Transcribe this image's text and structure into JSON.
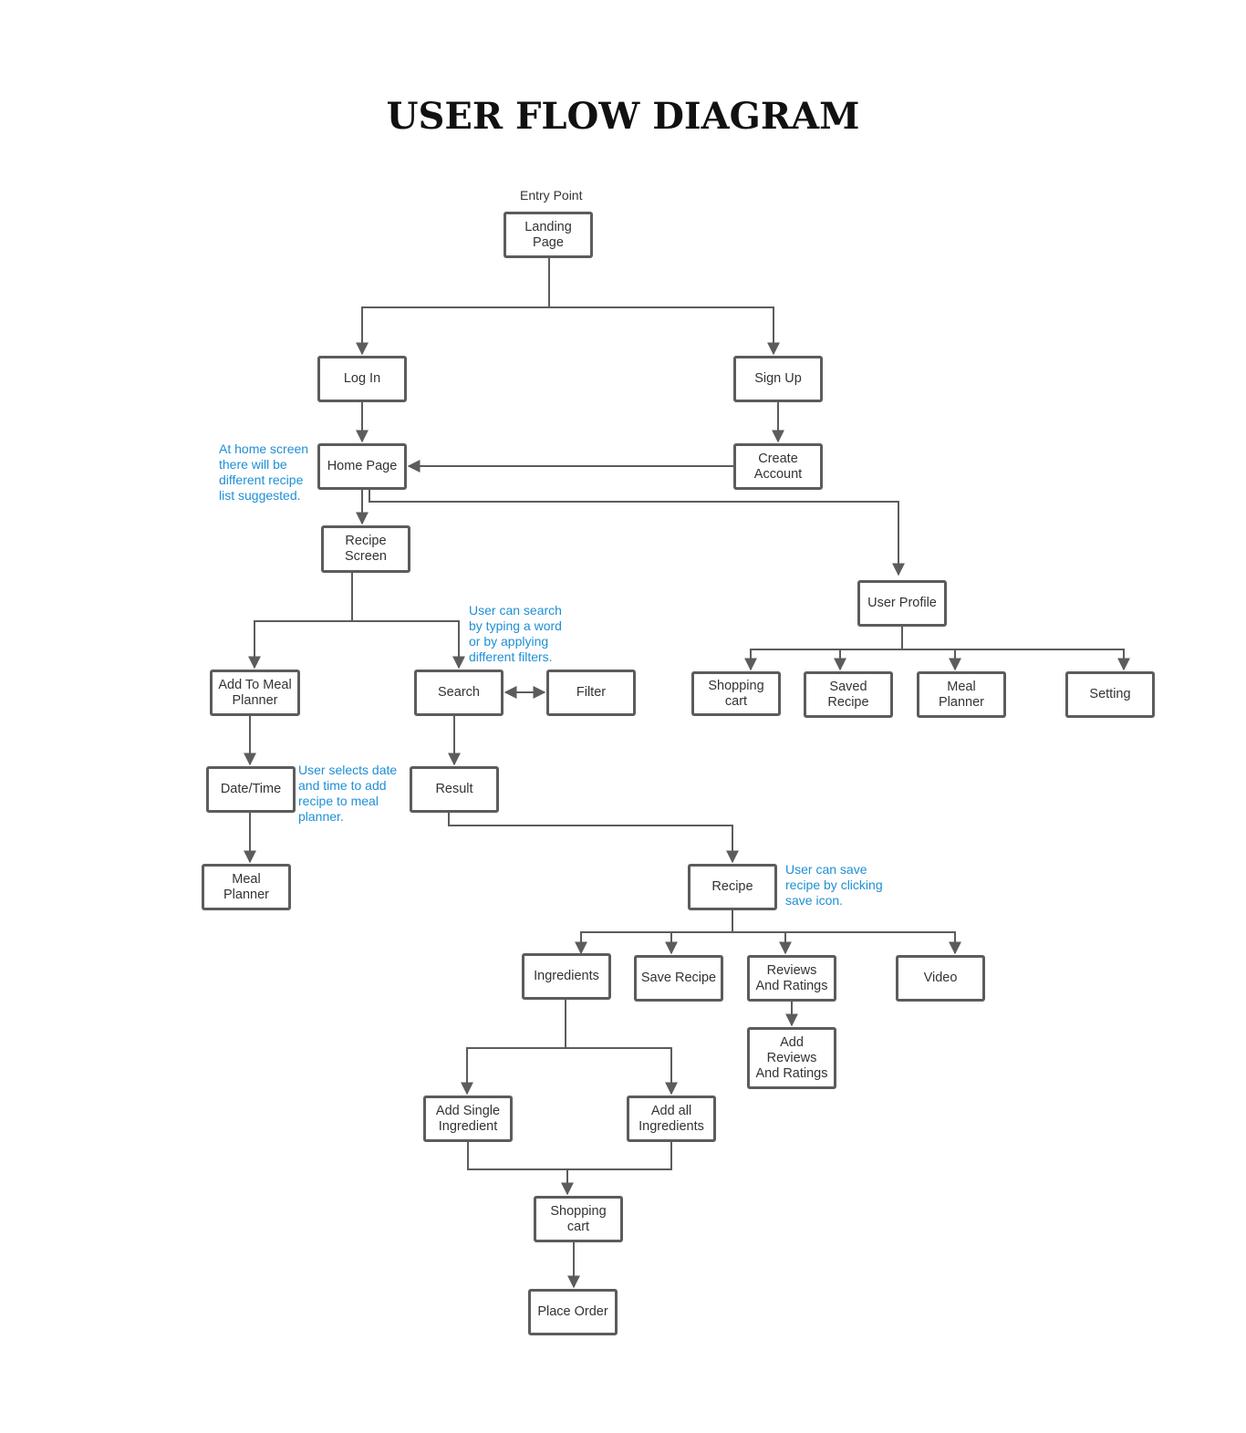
{
  "title": "USER FLOW DIAGRAM",
  "entry_label": "Entry Point",
  "nodes": {
    "landing": "Landing\nPage",
    "login": "Log In",
    "signup": "Sign Up",
    "home": "Home Page",
    "create_account": "Create\nAccount",
    "recipe_screen": "Recipe\nScreen",
    "user_profile": "User Profile",
    "add_meal_planner": "Add To Meal\nPlanner",
    "search": "Search",
    "filter": "Filter",
    "shopping_cart_profile": "Shopping\ncart",
    "saved_recipe": "Saved\nRecipe",
    "meal_planner_profile": "Meal\nPlanner",
    "setting": "Setting",
    "datetime": "Date/Time",
    "result": "Result",
    "meal_planner": "Meal\nPlanner",
    "recipe": "Recipe",
    "ingredients": "Ingredients",
    "save_recipe": "Save Recipe",
    "reviews": "Reviews\nAnd Ratings",
    "video": "Video",
    "add_reviews": "Add\nReviews\nAnd Ratings",
    "add_single": "Add Single\nIngredient",
    "add_all": "Add all\nIngredients",
    "shopping_cart": "Shopping\ncart",
    "place_order": "Place Order"
  },
  "notes": {
    "home": "At home screen\nthere will  be\ndifferent  recipe\nlist suggested.",
    "search": "User can search\nby typing a word\nor by applying\ndifferent filters.",
    "datetime": "User selects date\nand time to add\nrecipe to meal\nplanner.",
    "recipe": "User can save\nrecipe by clicking\nsave icon."
  },
  "colors": {
    "box_border": "#5c5c5c",
    "connector": "#5c5c5c",
    "note_text": "#1e8fd6"
  }
}
